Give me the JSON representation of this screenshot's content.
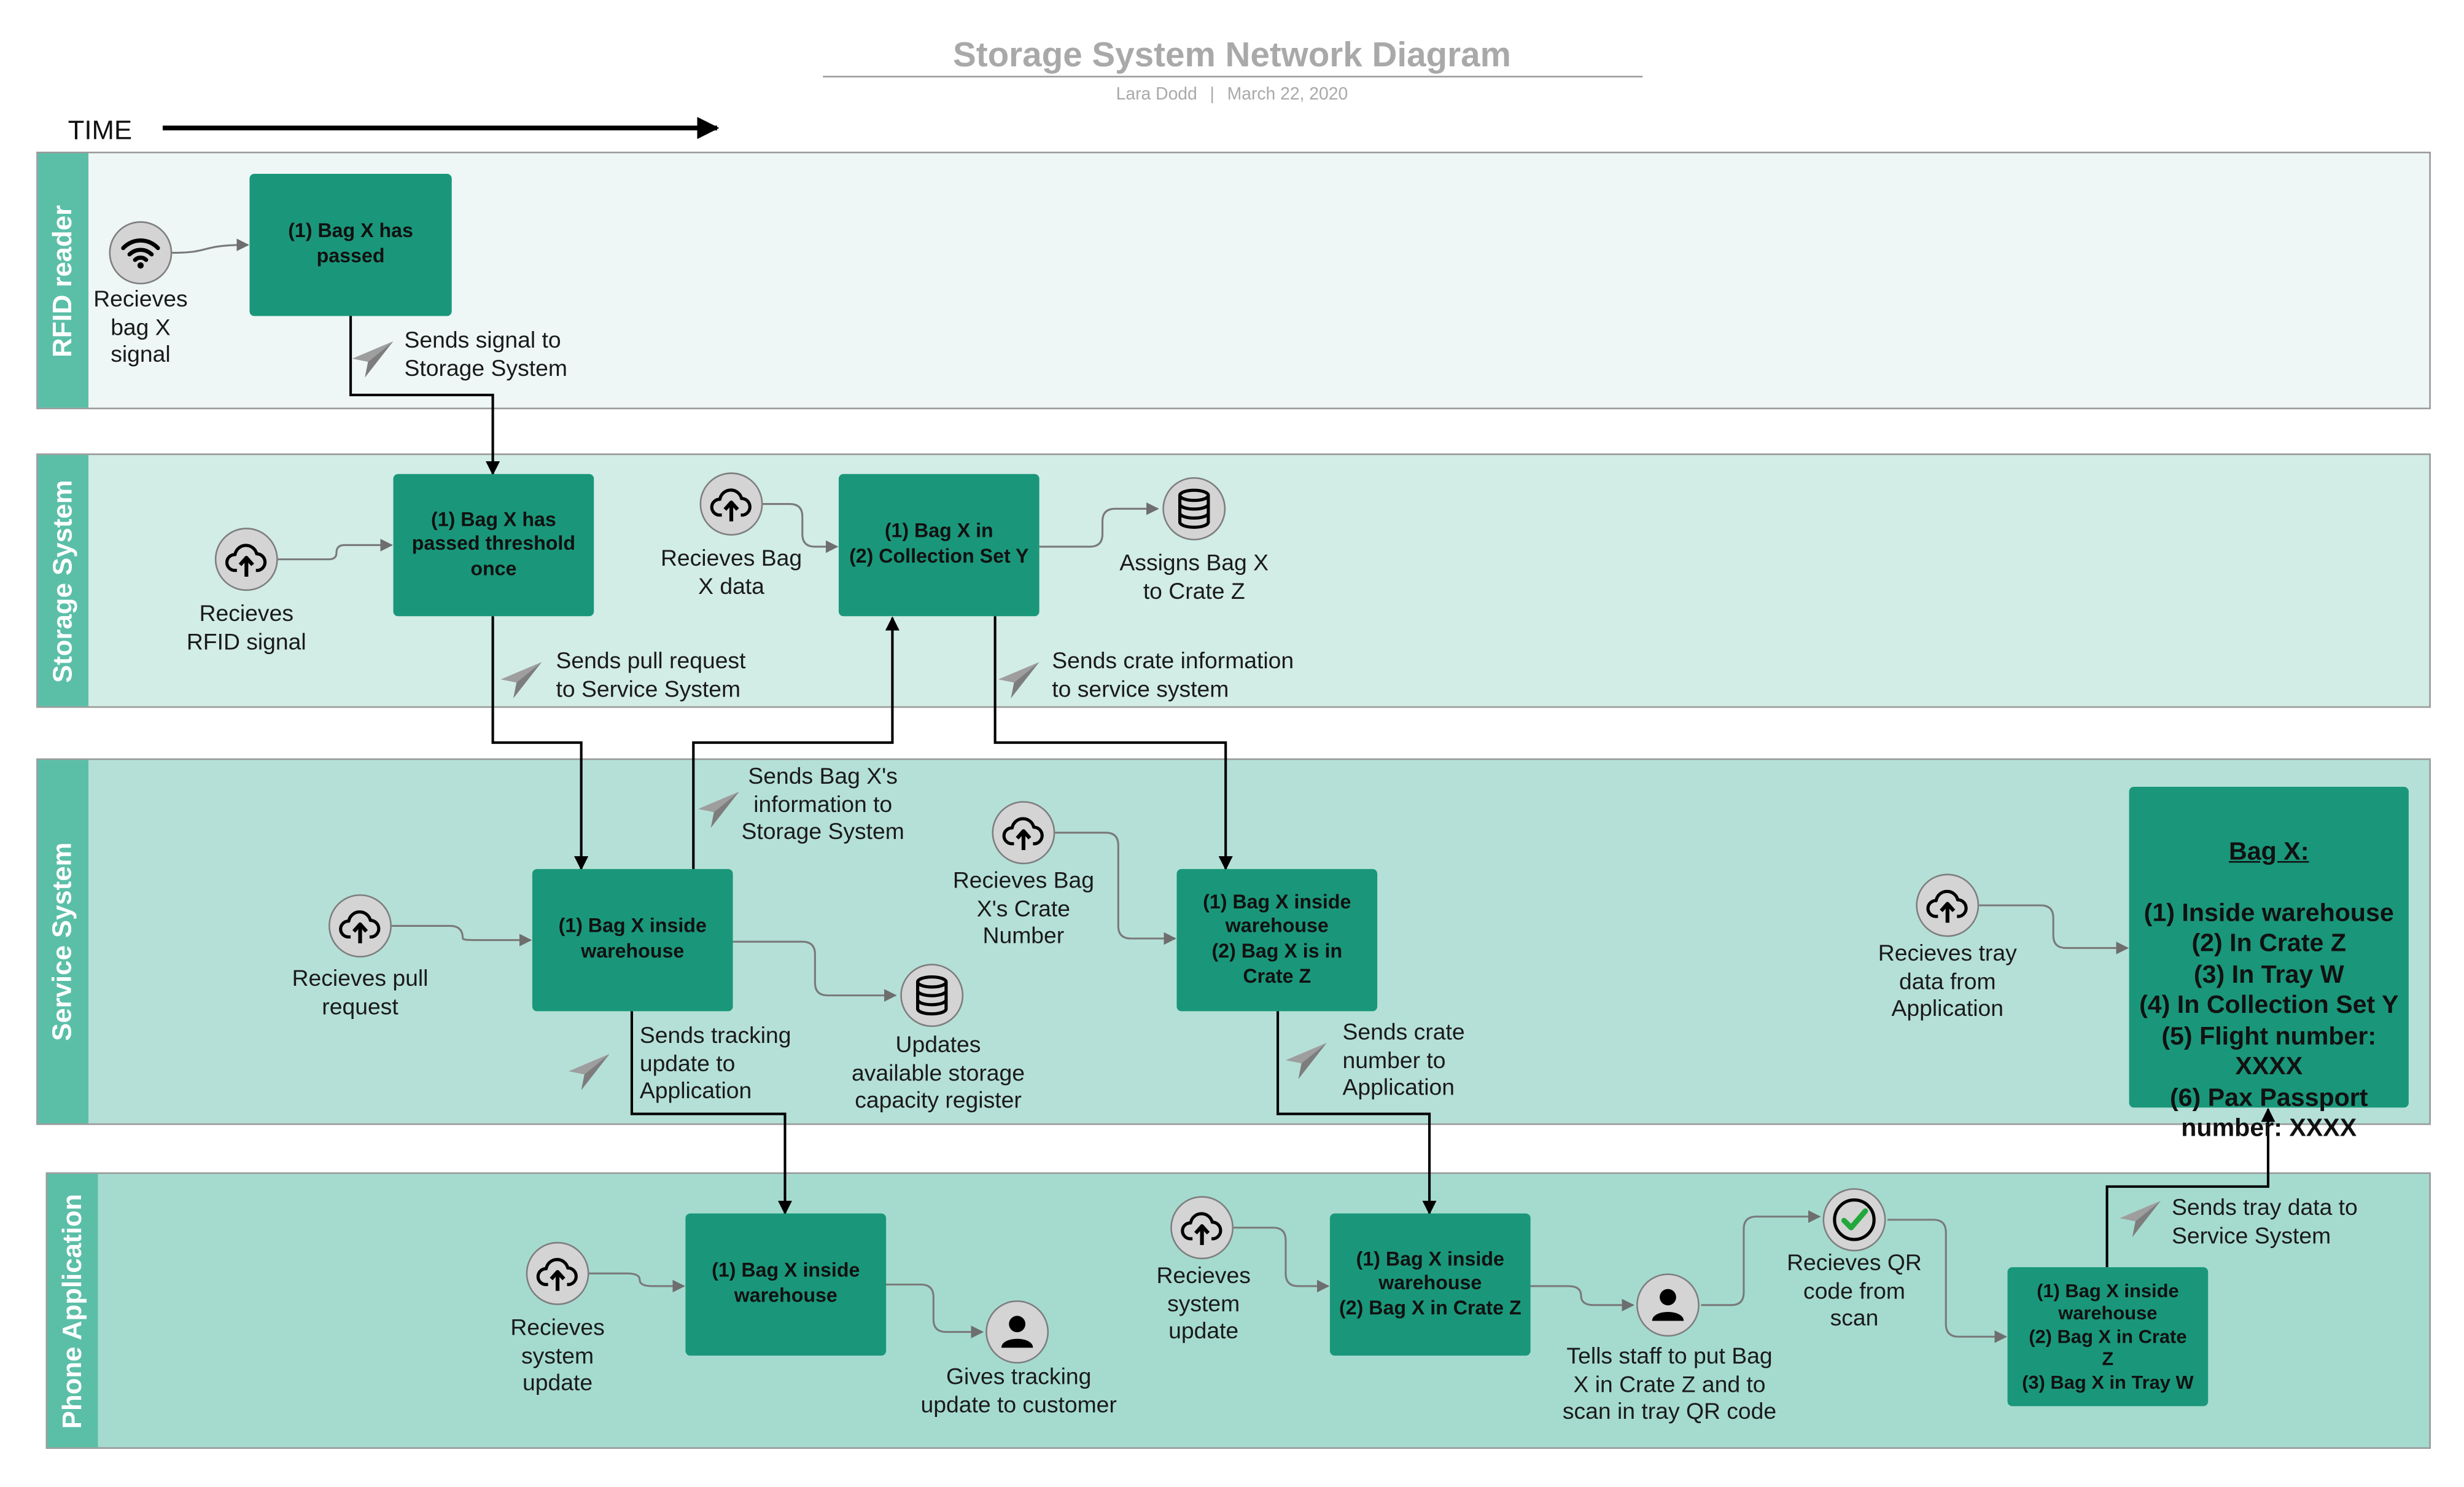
{
  "header": {
    "title": "Storage System Network Diagram",
    "author": "Lara Dodd",
    "separator": "|",
    "date": "March 22, 2020",
    "time_label": "TIME"
  },
  "lanes": {
    "rfid": {
      "label": "RFID reader",
      "tab_color": "#5bbfa8",
      "body_color": "#eef7f5"
    },
    "storage": {
      "label": "Storage System",
      "tab_color": "#5bbfa8",
      "body_color": "#d2ece6"
    },
    "service": {
      "label": "Service System",
      "tab_color": "#5bbfa8",
      "body_color": "#b5e0d7"
    },
    "phone": {
      "label": "Phone Application",
      "tab_color": "#5bbfa8",
      "body_color": "#a5dbcf"
    }
  },
  "colors": {
    "process_box": "#1a977a",
    "icon_fill": "#d4d4d4",
    "connector": "#000000",
    "soft_connector": "#7a7a7a",
    "plane": "#9a9a9a"
  },
  "icons": {
    "rfid_wifi": "wifi-icon",
    "cloud_upload": "cloud-upload-icon",
    "database": "database-icon",
    "person": "person-icon",
    "check": "check-circle-icon",
    "send": "paper-plane-icon"
  },
  "rfid": {
    "receives_label": "Recieves\nbag X\nsignal",
    "box": "(1) Bag X has\npassed",
    "send_label": "Sends signal to\nStorage System"
  },
  "storage": {
    "receives_rfid_label": "Recieves\nRFID signal",
    "threshold_box": "(1) Bag X has\npassed threshold\nonce",
    "send_pull_label": "Sends pull request\nto Service System",
    "receives_bag_data_label": "Recieves Bag\nX data",
    "collection_box": "(1) Bag X in\n(2) Collection Set Y",
    "assigns_label": "Assigns Bag X\nto Crate Z",
    "send_crate_info_label": "Sends crate information\nto service system"
  },
  "service": {
    "receives_pull_label": "Recieves pull\nrequest",
    "warehouse_box": "(1) Bag X inside\nwarehouse",
    "send_info_label": "Sends Bag X's\ninformation to\nStorage System",
    "tracking_label": "Sends tracking\nupdate to\nApplication",
    "updates_register_label": "Updates\navailable storage\ncapacity register",
    "receives_crate_number_label": "Recieves Bag\nX's Crate\nNumber",
    "crate_box": "(1) Bag X inside\nwarehouse\n(2) Bag X is in\nCrate Z",
    "send_crate_number_label": "Sends crate\nnumber to\nApplication",
    "receives_tray_label": "Recieves tray\ndata from\nApplication",
    "summary_heading": "Bag X:",
    "summary_body": "(1) Inside warehouse\n(2) In Crate Z\n(3) In Tray W\n(4) In Collection Set Y\n(5) Flight number:\nXXXX\n(6) Pax Passport\nnumber: XXXX"
  },
  "phone": {
    "receives_update_1_label": "Recieves\nsystem\nupdate",
    "warehouse_box": "(1) Bag X inside\nwarehouse",
    "gives_tracking_label": "Gives tracking\nupdate to customer",
    "receives_update_2_label": "Recieves\nsystem\nupdate",
    "crate_box": "(1) Bag X inside\nwarehouse\n(2) Bag X in Crate Z",
    "tells_staff_label": "Tells staff to put Bag\nX in Crate Z and to\nscan in tray QR code",
    "receives_qr_label": "Recieves QR\ncode from\nscan",
    "tray_box": "(1) Bag X inside\nwarehouse\n(2)  Bag X in Crate\nZ\n(3) Bag X in Tray W",
    "send_tray_label": "Sends tray data to\nService System"
  }
}
